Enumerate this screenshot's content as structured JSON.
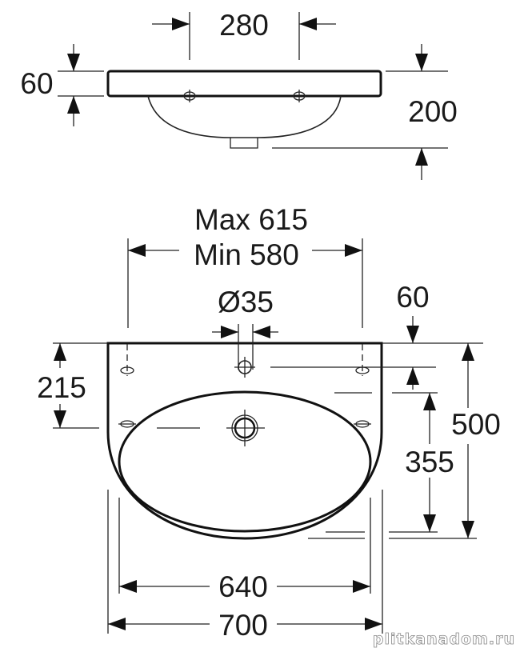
{
  "side_view": {
    "width_between_holes": "280",
    "rim_height": "60",
    "total_depth": "200"
  },
  "top_view": {
    "max_width": "Max 615",
    "min_width": "Min 580",
    "tap_hole_diameter": "Ø35",
    "tap_hole_offset": "60",
    "fixing_height": "215",
    "total_depth": "500",
    "bowl_depth": "355",
    "bowl_width": "640",
    "total_width": "700"
  },
  "watermark": "plitkanadom.ru"
}
